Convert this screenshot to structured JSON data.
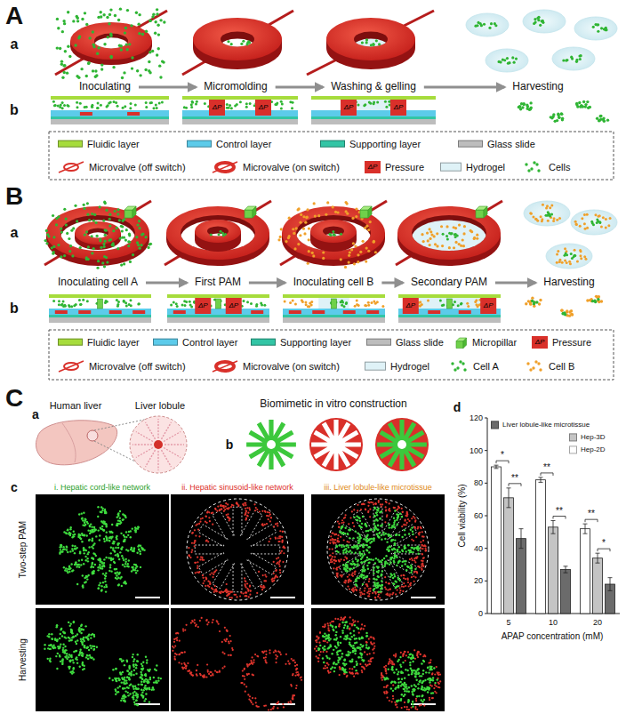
{
  "diagram": {
    "nodes": [
      {
        "text": [
          "Inoculating"
        ]
      },
      {
        "text": [
          "Micromolding"
        ]
      },
      {
        "text": [
          "Washing & gelling"
        ]
      },
      {
        "text": [
          "Harvesting"
        ]
      },
      {
        "text": [
          "Inoculating cell A"
        ]
      },
      {
        "text": [
          "First PAM"
        ]
      },
      {
        "text": [
          "Inoculating cell B"
        ]
      },
      {
        "text": [
          "Secondary PAM"
        ]
      },
      {
        "text": [
          "Harvesting"
        ]
      }
    ],
    "edges": [
      {
        "from": 0,
        "to": 1,
        "arrow": "to"
      },
      {
        "from": 1,
        "to": 2,
        "arrow": "to"
      },
      {
        "from": 2,
        "to": 3,
        "arrow": "to"
      },
      {
        "from": 4,
        "to": 5,
        "arrow": "to"
      },
      {
        "from": 5,
        "to": 6,
        "arrow": "to"
      },
      {
        "from": 6,
        "to": 7,
        "arrow": "to"
      },
      {
        "from": 7,
        "to": 8,
        "arrow": "to"
      }
    ],
    "labels": [
      "A",
      "a",
      "b",
      "ΔP",
      "ΔP",
      "ΔP",
      "ΔP",
      "ΔP",
      "B",
      "a",
      "b",
      "ΔP",
      "ΔP",
      "ΔP",
      "ΔP",
      "ΔP",
      "C",
      "a",
      "Human liver",
      "Liver lobule",
      "b",
      "Biomimetic in vitro construction",
      "c",
      "i. Hepatic cord-like network",
      "ii. Hepatic sinusoid-like network",
      "iii. Liver lobule-like microtissue",
      "Two-step PAM",
      "Harvesting",
      "d",
      "Cell viability (%)",
      "0",
      "20",
      "40",
      "60",
      "80",
      "100",
      "120",
      "5",
      "10",
      "20",
      "APAP concentration (mM)",
      "*",
      "**",
      "**",
      "**",
      "**",
      "*"
    ],
    "legend": [
      {
        "text": "Fluidic layer",
        "color": "#a6dc3c"
      },
      {
        "text": "Control layer",
        "color": "#5ccbea"
      },
      {
        "text": "Supporting layer",
        "color": "#32c5a5"
      },
      {
        "text": "Glass slide",
        "color": "#bdbdbd"
      },
      {
        "text": "Microvalve (off switch)"
      },
      {
        "text": "Microvalve (on switch)"
      },
      {
        "text": "Pressure"
      },
      {
        "text": "Hydrogel",
        "color": "#dff2f7"
      },
      {
        "text": "Cells"
      },
      {
        "text": "Fluidic layer",
        "color": "#a6dc3c"
      },
      {
        "text": "Control layer",
        "color": "#5ccbea"
      },
      {
        "text": "Supporting layer",
        "color": "#32c5a5"
      },
      {
        "text": "Glass slide",
        "color": "#bdbdbd"
      },
      {
        "text": "Micropillar"
      },
      {
        "text": "Pressure"
      },
      {
        "text": "Microvalve (off switch)"
      },
      {
        "text": "Microvalve (on switch)"
      },
      {
        "text": "Hydrogel",
        "color": "#dff2f7"
      },
      {
        "text": "Cell A"
      },
      {
        "text": "Cell B"
      },
      {
        "text": "Liver lobule-like microtissue",
        "color": "#6b6b6b"
      },
      {
        "text": "Hep-3D",
        "color": "#c4c4c4"
      },
      {
        "text": "Hep-2D",
        "color": "#ffffff"
      }
    ]
  }
}
